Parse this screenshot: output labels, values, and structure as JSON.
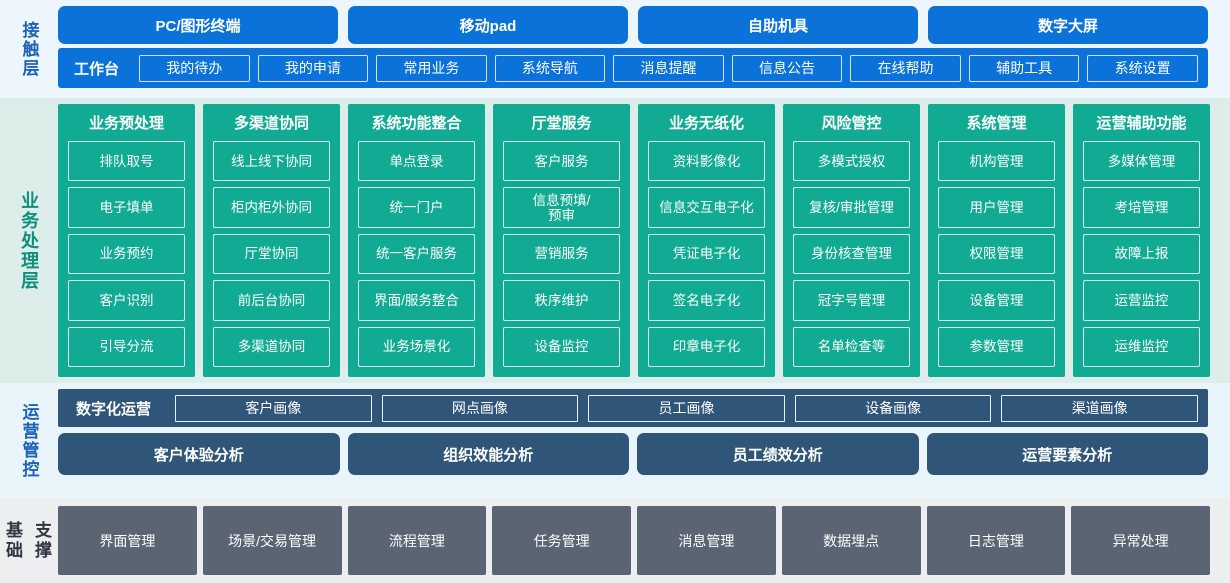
{
  "layers": {
    "contact": {
      "label": "接触层",
      "accent": "#0b72d9",
      "channels": [
        "PC/图形终端",
        "移动pad",
        "自助机具",
        "数字大屏"
      ],
      "workbench_label": "工作台",
      "items": [
        "我的待办",
        "我的申请",
        "常用业务",
        "系统导航",
        "消息提醒",
        "信息公告",
        "在线帮助",
        "辅助工具",
        "系统设置"
      ]
    },
    "business": {
      "label": "业务处理层",
      "accent": "#11ab93",
      "columns": [
        {
          "title": "业务预处理",
          "items": [
            "排队取号",
            "电子填单",
            "业务预约",
            "客户识别",
            "引导分流"
          ]
        },
        {
          "title": "多渠道协同",
          "items": [
            "线上线下协同",
            "柜内柜外协同",
            "厅堂协同",
            "前后台协同",
            "多渠道协同"
          ]
        },
        {
          "title": "系统功能整合",
          "items": [
            "单点登录",
            "统一门户",
            "统一客户服务",
            "界面/服务整合",
            "业务场景化"
          ]
        },
        {
          "title": "厅堂服务",
          "items": [
            "客户服务",
            "信息预填/\n预审",
            "营销服务",
            "秩序维护",
            "设备监控"
          ]
        },
        {
          "title": "业务无纸化",
          "items": [
            "资料影像化",
            "信息交互电子化",
            "凭证电子化",
            "签名电子化",
            "印章电子化"
          ]
        },
        {
          "title": "风险管控",
          "items": [
            "多模式授权",
            "复核/审批管理",
            "身份核查管理",
            "冠字号管理",
            "名单检查等"
          ]
        },
        {
          "title": "系统管理",
          "items": [
            "机构管理",
            "用户管理",
            "权限管理",
            "设备管理",
            "参数管理"
          ]
        },
        {
          "title": "运营辅助功能",
          "items": [
            "多媒体管理",
            "考培管理",
            "故障上报",
            "运营监控",
            "运维监控"
          ]
        }
      ]
    },
    "operations": {
      "label": "运营管控",
      "accent": "#2f5679",
      "digital_label": "数字化运营",
      "portraits": [
        "客户画像",
        "网点画像",
        "员工画像",
        "设备画像",
        "渠道画像"
      ],
      "analyses": [
        "客户体验分析",
        "组织效能分析",
        "员工绩效分析",
        "运营要素分析"
      ]
    },
    "base": {
      "label_line1": "基础",
      "label_line2": "支撑",
      "accent": "#5a6472",
      "items": [
        "界面管理",
        "场景/交易管理",
        "流程管理",
        "任务管理",
        "消息管理",
        "数据埋点",
        "日志管理",
        "异常处理"
      ]
    }
  }
}
